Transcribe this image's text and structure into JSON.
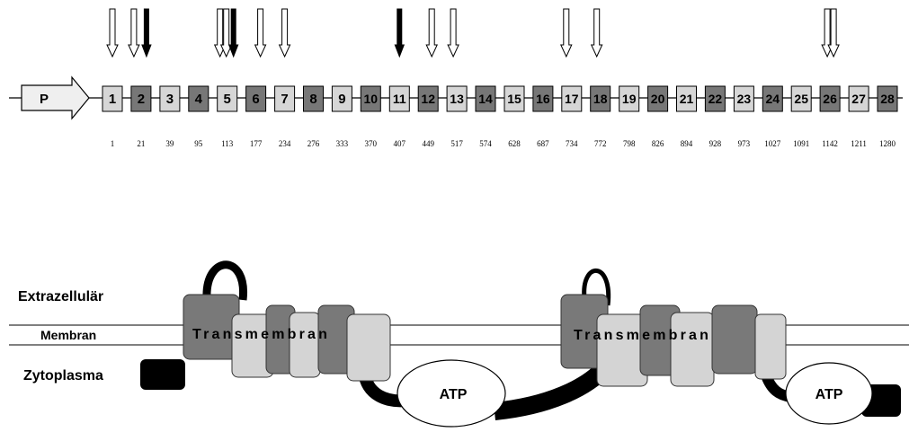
{
  "gene": {
    "promoter_label": "P",
    "exons": [
      {
        "label": "1",
        "position": "1",
        "shade": "light"
      },
      {
        "label": "2",
        "position": "21",
        "shade": "dark"
      },
      {
        "label": "3",
        "position": "39",
        "shade": "light"
      },
      {
        "label": "4",
        "position": "95",
        "shade": "dark"
      },
      {
        "label": "5",
        "position": "113",
        "shade": "light"
      },
      {
        "label": "6",
        "position": "177",
        "shade": "dark"
      },
      {
        "label": "7",
        "position": "234",
        "shade": "light"
      },
      {
        "label": "8",
        "position": "276",
        "shade": "dark"
      },
      {
        "label": "9",
        "position": "333",
        "shade": "light"
      },
      {
        "label": "10",
        "position": "370",
        "shade": "dark"
      },
      {
        "label": "11",
        "position": "407",
        "shade": "light"
      },
      {
        "label": "12",
        "position": "449",
        "shade": "dark"
      },
      {
        "label": "13",
        "position": "517",
        "shade": "light"
      },
      {
        "label": "14",
        "position": "574",
        "shade": "dark"
      },
      {
        "label": "15",
        "position": "628",
        "shade": "light"
      },
      {
        "label": "16",
        "position": "687",
        "shade": "dark"
      },
      {
        "label": "17",
        "position": "734",
        "shade": "light"
      },
      {
        "label": "18",
        "position": "772",
        "shade": "dark"
      },
      {
        "label": "19",
        "position": "798",
        "shade": "light"
      },
      {
        "label": "20",
        "position": "826",
        "shade": "dark"
      },
      {
        "label": "21",
        "position": "894",
        "shade": "light"
      },
      {
        "label": "22",
        "position": "928",
        "shade": "dark"
      },
      {
        "label": "23",
        "position": "973",
        "shade": "light"
      },
      {
        "label": "24",
        "position": "1027",
        "shade": "dark"
      },
      {
        "label": "25",
        "position": "1091",
        "shade": "light"
      },
      {
        "label": "26",
        "position": "1142",
        "shade": "dark"
      },
      {
        "label": "27",
        "position": "1211",
        "shade": "light"
      },
      {
        "label": "28",
        "position": "1280",
        "shade": "dark"
      }
    ],
    "mutation_arrows": [
      {
        "exon": "1",
        "offset": 0,
        "type": "open"
      },
      {
        "exon": "2",
        "offset": -8,
        "type": "open"
      },
      {
        "exon": "2",
        "offset": 6,
        "type": "filled"
      },
      {
        "exon": "5",
        "offset": -8,
        "type": "open"
      },
      {
        "exon": "5",
        "offset": -1,
        "type": "open"
      },
      {
        "exon": "5",
        "offset": 7,
        "type": "filled"
      },
      {
        "exon": "6",
        "offset": 5,
        "type": "open"
      },
      {
        "exon": "7",
        "offset": 0,
        "type": "open"
      },
      {
        "exon": "11",
        "offset": 0,
        "type": "filled"
      },
      {
        "exon": "12",
        "offset": 4,
        "type": "open"
      },
      {
        "exon": "13",
        "offset": -4,
        "type": "open"
      },
      {
        "exon": "17",
        "offset": -6,
        "type": "open"
      },
      {
        "exon": "18",
        "offset": -4,
        "type": "open"
      },
      {
        "exon": "26",
        "offset": -3,
        "type": "open"
      },
      {
        "exon": "26",
        "offset": 4,
        "type": "open"
      }
    ]
  },
  "protein": {
    "extracellular_label": "Extrazellulär",
    "membrane_label": "Membran",
    "cytoplasm_label": "Zytoplasma",
    "domains": [
      {
        "name": "transmembrane-domain-1",
        "label": "Transmembran",
        "nucleotide_label": "ATP"
      },
      {
        "name": "transmembrane-domain-2",
        "label": "Transmembran",
        "nucleotide_label": "ATP"
      }
    ]
  },
  "colors": {
    "dark_exon": "#777777",
    "light_exon": "#d6d6d6",
    "promoter_fill": "#efefef",
    "domain_dark": "#797979",
    "domain_light": "#d4d4d4",
    "linker": "#000000",
    "atp_fill": "#ffffff"
  }
}
